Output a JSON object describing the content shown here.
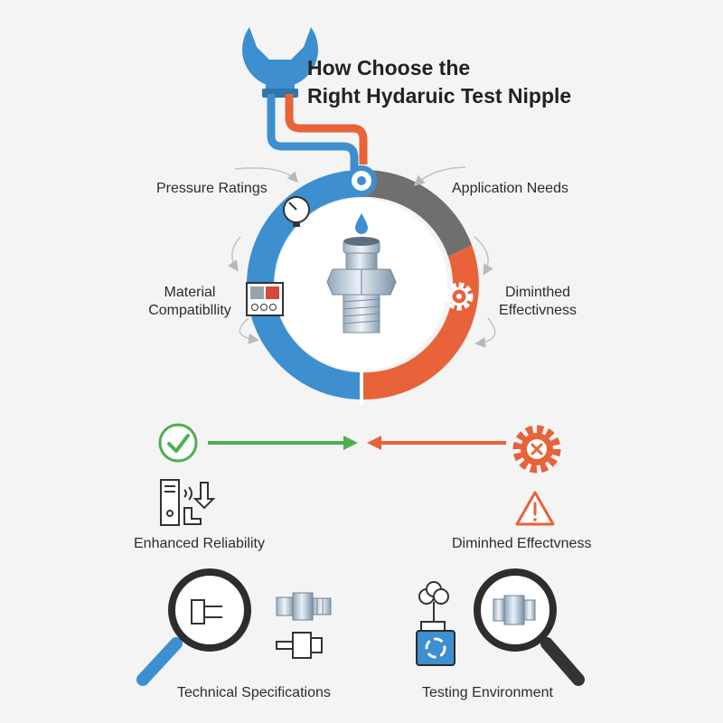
{
  "title": {
    "line1": "How Choose the",
    "line2": "Right Hydaruic Test Nipple"
  },
  "ring": {
    "segments": [
      {
        "name": "pressure",
        "label": "Pressure Ratings",
        "color": "#3d8fcf"
      },
      {
        "name": "application",
        "label": "Application Needs",
        "color": "#6f6f6f"
      },
      {
        "name": "effectiveness",
        "label_line1": "Diminthed",
        "label_line2": "Effectivness",
        "color": "#e8623a"
      },
      {
        "name": "material",
        "label_line1": "Material",
        "label_line2": "Compatibllity",
        "color": "#3d8fcf"
      }
    ]
  },
  "outcomes": {
    "positive": {
      "label": "Enhanced Reliability",
      "color": "#4caf50"
    },
    "negative": {
      "label": "Diminhed Effectvness",
      "color": "#e8623a"
    }
  },
  "bottom": {
    "technical": {
      "label": "Technical Specifications"
    },
    "testing": {
      "label": "Testing Environment"
    }
  },
  "icons": {
    "wrench": "wrench-icon",
    "gauge": "gauge-icon",
    "gear": "gear-icon",
    "material": "material-swatch-icon",
    "check": "check-circle-icon",
    "error_gear": "error-gear-icon",
    "warning": "warning-icon",
    "magnifier": "magnifier-icon",
    "droplet": "water-drop-icon"
  }
}
